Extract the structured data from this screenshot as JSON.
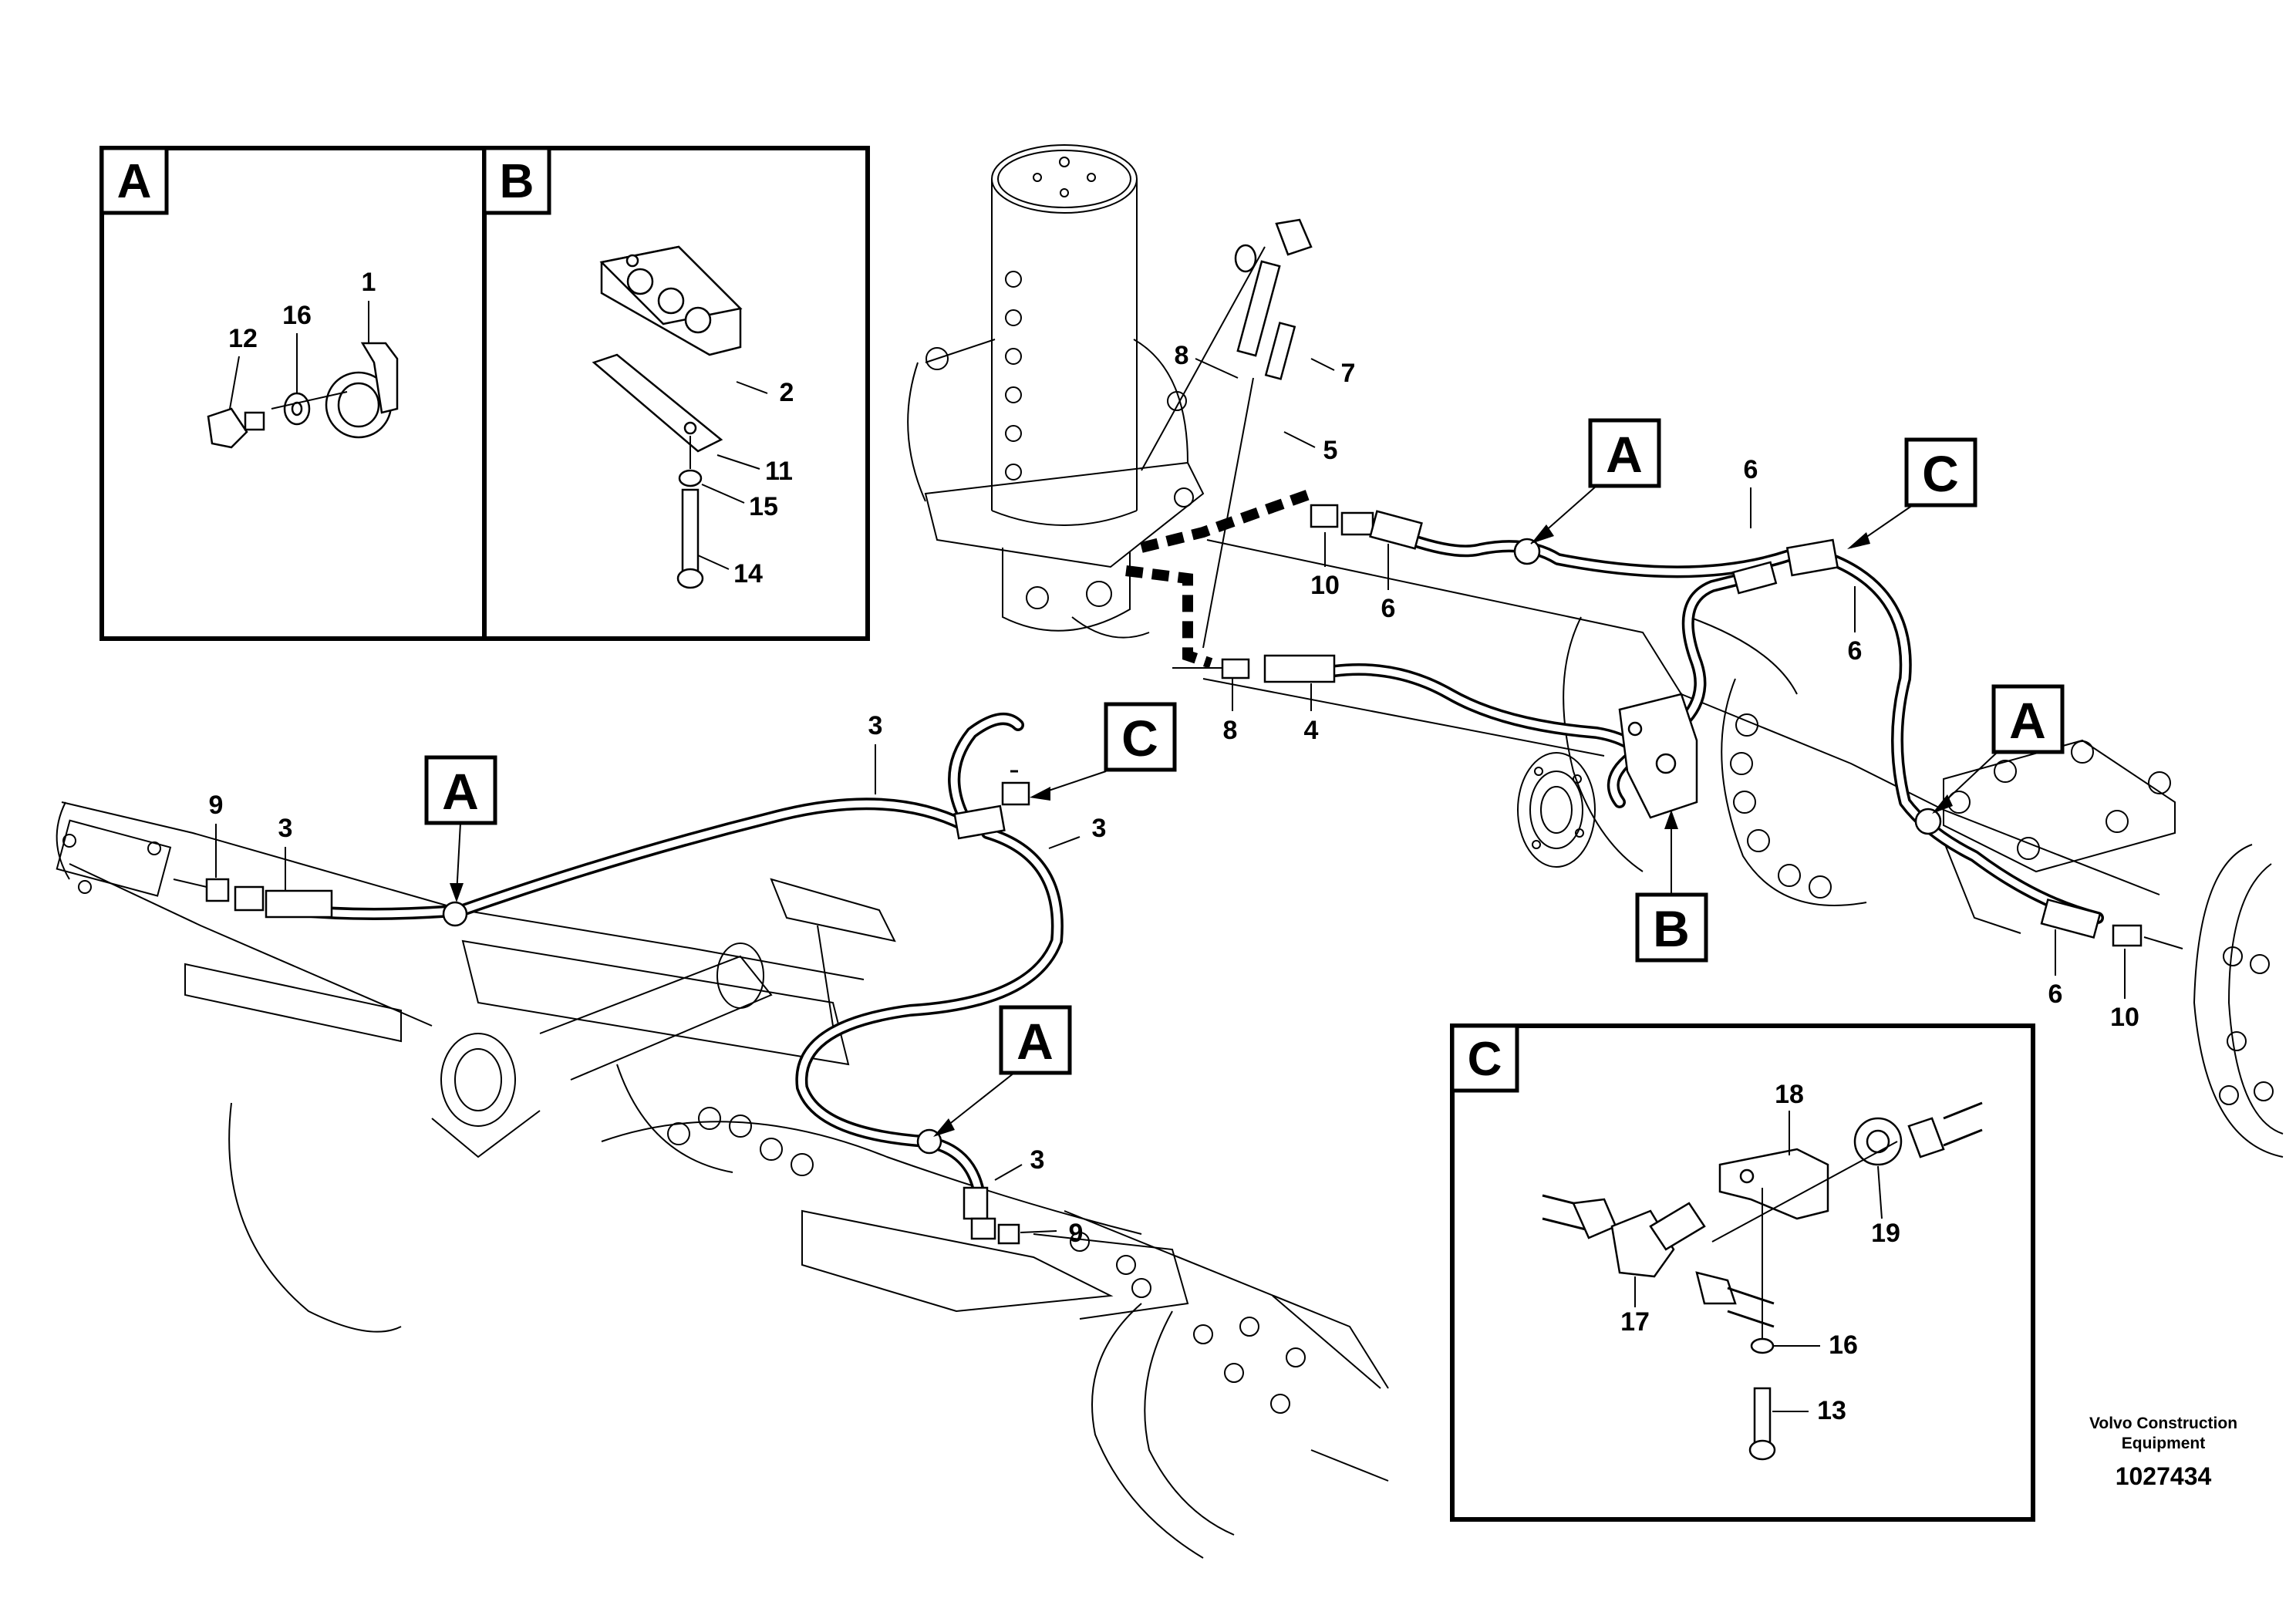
{
  "detail_panels": {
    "A": {
      "title": "A",
      "labels": [
        "1",
        "12",
        "16"
      ]
    },
    "B": {
      "title": "B",
      "labels": [
        "2",
        "11",
        "15",
        "14"
      ]
    },
    "C": {
      "title": "C",
      "labels": [
        "18",
        "19",
        "17",
        "16",
        "13"
      ]
    }
  },
  "callouts": [
    "A",
    "A",
    "A",
    "A",
    "B",
    "C",
    "C"
  ],
  "part_numbers": {
    "p8_top": "8",
    "p7": "7",
    "p5": "5",
    "p10_top": "10",
    "p6_a": "6",
    "p6_b": "6",
    "p6_c": "6",
    "p6_d": "6",
    "p10_right": "10",
    "p8_mid": "8",
    "p4": "4",
    "p3_a": "3",
    "p3_b": "3",
    "p3_c": "3",
    "p3_d": "3",
    "p9_left": "9",
    "p9_bottom": "9"
  },
  "footer": {
    "brand_line1": "Volvo Construction",
    "brand_line2": "Equipment",
    "drawing_number": "1027434"
  }
}
